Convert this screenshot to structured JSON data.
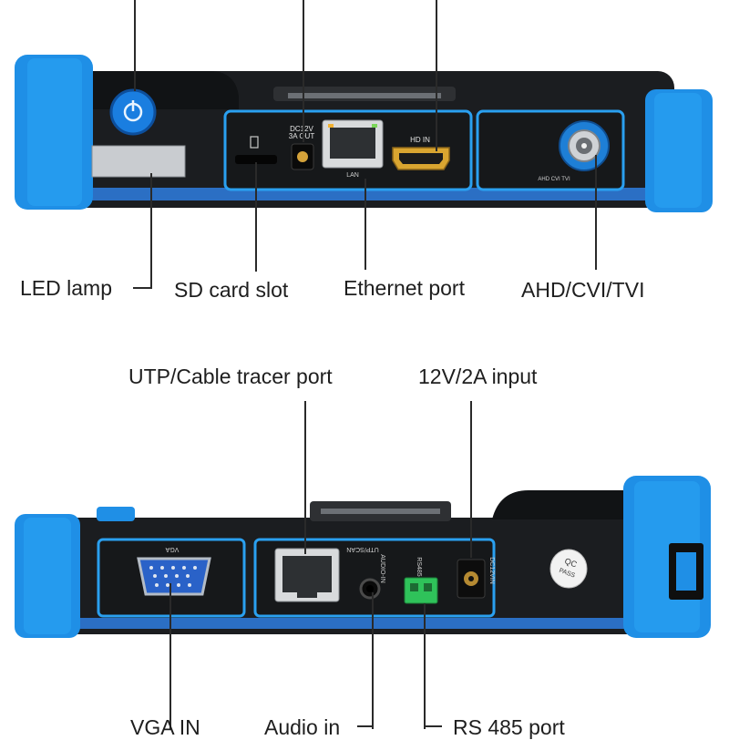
{
  "top": {
    "labels": {
      "led": "LED lamp",
      "sd": "SD card slot",
      "ethernet": "Ethernet port",
      "ahd": "AHD/CVI/TVI"
    },
    "markings": {
      "dc_out": "DC12V",
      "dc_out2": "3A OUT",
      "lan": "LAN",
      "hd_in": "HD IN",
      "ahd": "AHD CVI TVI"
    }
  },
  "bottom": {
    "labels": {
      "utp": "UTP/Cable tracer port",
      "power": "12V/2A input",
      "vga": "VGA IN",
      "audio": "Audio in",
      "rs485": "RS 485 port"
    },
    "markings": {
      "vga": "VGA",
      "utp": "UTP/SCAN",
      "audio": "AUDIO-IN",
      "rs485": "RS485",
      "dcin": "DC12VIN",
      "qc1": "QC",
      "qc2": "PASS"
    }
  },
  "colors": {
    "bumper": "#1f8fe6",
    "body": "#1b1d20",
    "accent": "#2aa0f0",
    "rs485": "#2fc25a"
  }
}
